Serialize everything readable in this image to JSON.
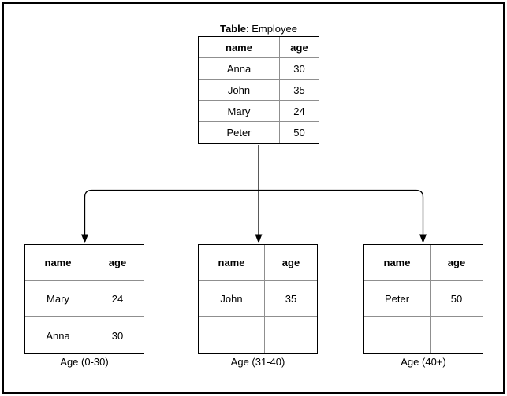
{
  "diagram": {
    "source_table": {
      "title_prefix": "Table",
      "title_suffix": ": Employee",
      "columns": [
        "name",
        "age"
      ],
      "rows": [
        [
          "Anna",
          "30"
        ],
        [
          "John",
          "35"
        ],
        [
          "Mary",
          "24"
        ],
        [
          "Peter",
          "50"
        ]
      ]
    },
    "partitions": [
      {
        "caption": "Age (0-30)",
        "columns": [
          "name",
          "age"
        ],
        "rows": [
          [
            "Mary",
            "24"
          ],
          [
            "Anna",
            "30"
          ]
        ]
      },
      {
        "caption": "Age (31-40)",
        "columns": [
          "name",
          "age"
        ],
        "rows": [
          [
            "John",
            "35"
          ],
          [
            "",
            ""
          ]
        ]
      },
      {
        "caption": "Age (40+)",
        "columns": [
          "name",
          "age"
        ],
        "rows": [
          [
            "Peter",
            "50"
          ],
          [
            "",
            ""
          ]
        ]
      }
    ]
  },
  "colors": {
    "line": "#000000",
    "inner_grid": "#8f8f8f",
    "background": "#ffffff",
    "text": "#000000"
  }
}
